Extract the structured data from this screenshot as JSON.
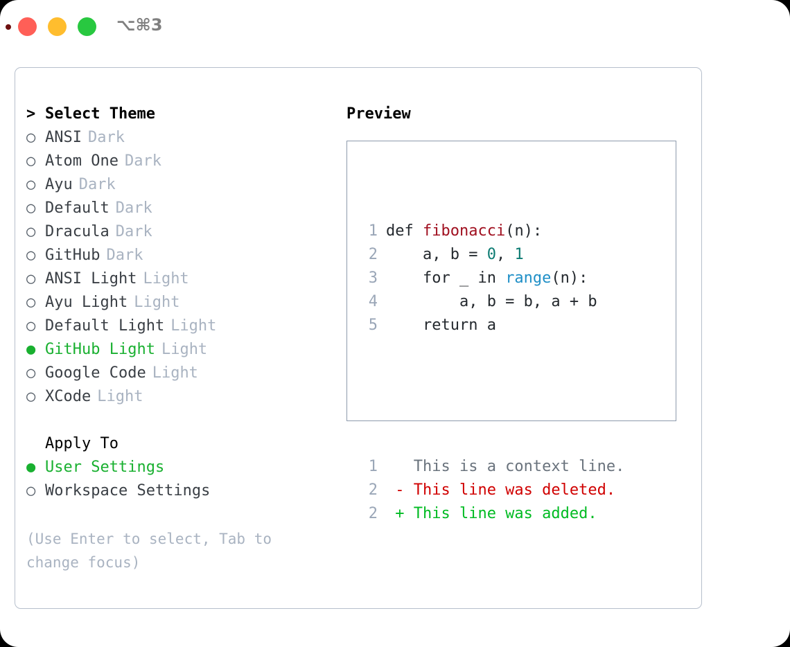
{
  "window": {
    "shortcut": "⌥⌘3",
    "traffic_lights": [
      {
        "name": "close",
        "color": "#ff5f57"
      },
      {
        "name": "minimize",
        "color": "#ffbd2e"
      },
      {
        "name": "maximize",
        "color": "#28c840"
      }
    ]
  },
  "left": {
    "heading_caret": ">",
    "heading": "Select Theme",
    "themes": [
      {
        "marker": "○",
        "name": "ANSI",
        "badge": "Dark",
        "selected": false
      },
      {
        "marker": "○",
        "name": "Atom One",
        "badge": "Dark",
        "selected": false
      },
      {
        "marker": "○",
        "name": "Ayu",
        "badge": "Dark",
        "selected": false
      },
      {
        "marker": "○",
        "name": "Default",
        "badge": "Dark",
        "selected": false
      },
      {
        "marker": "○",
        "name": "Dracula",
        "badge": "Dark",
        "selected": false
      },
      {
        "marker": "○",
        "name": "GitHub",
        "badge": "Dark",
        "selected": false
      },
      {
        "marker": "○",
        "name": "ANSI Light",
        "badge": "Light",
        "selected": false
      },
      {
        "marker": "○",
        "name": "Ayu Light",
        "badge": "Light",
        "selected": false
      },
      {
        "marker": "○",
        "name": "Default Light",
        "badge": "Light",
        "selected": false
      },
      {
        "marker": "●",
        "name": "GitHub Light",
        "badge": "Light",
        "selected": true
      },
      {
        "marker": "○",
        "name": "Google Code",
        "badge": "Light",
        "selected": false
      },
      {
        "marker": "○",
        "name": "XCode",
        "badge": "Light",
        "selected": false
      }
    ],
    "apply_to_heading": "Apply To",
    "apply_to": [
      {
        "marker": "●",
        "name": "User Settings",
        "selected": true
      },
      {
        "marker": "○",
        "name": "Workspace Settings",
        "selected": false
      }
    ],
    "hint": "(Use Enter to select, Tab to change focus)"
  },
  "right": {
    "preview_title": "Preview",
    "code_lines": [
      {
        "num": "1",
        "tokens": [
          {
            "t": "def ",
            "c": "plain"
          },
          {
            "t": "fibonacci",
            "c": "func"
          },
          {
            "t": "(n):",
            "c": "plain"
          }
        ]
      },
      {
        "num": "2",
        "tokens": [
          {
            "t": "    a, b = ",
            "c": "plain"
          },
          {
            "t": "0",
            "c": "num"
          },
          {
            "t": ", ",
            "c": "plain"
          },
          {
            "t": "1",
            "c": "num"
          }
        ]
      },
      {
        "num": "3",
        "tokens": [
          {
            "t": "    for _ in ",
            "c": "plain"
          },
          {
            "t": "range",
            "c": "builtin"
          },
          {
            "t": "(n):",
            "c": "plain"
          }
        ]
      },
      {
        "num": "4",
        "tokens": [
          {
            "t": "        a, b = b, a + b",
            "c": "plain"
          }
        ]
      },
      {
        "num": "5",
        "tokens": [
          {
            "t": "    return a",
            "c": "plain"
          }
        ]
      }
    ],
    "diff_lines": [
      {
        "num": "1",
        "tokens": [
          {
            "t": "   This is a context line.",
            "c": "ctx"
          }
        ]
      },
      {
        "num": "2",
        "tokens": [
          {
            "t": " - This line was deleted.",
            "c": "del"
          }
        ]
      },
      {
        "num": "2",
        "tokens": [
          {
            "t": " + This line was added.",
            "c": "add"
          }
        ]
      }
    ]
  },
  "colors": {
    "accent_green": "#19b030",
    "muted": "#a9b3c1",
    "panel_border": "#b6bfcc",
    "preview_border": "#8d9aac",
    "func": "#a01020",
    "number": "#0c7b72",
    "builtin": "#1f8fc7",
    "diff_add": "#00bb22",
    "diff_del": "#d00000"
  }
}
